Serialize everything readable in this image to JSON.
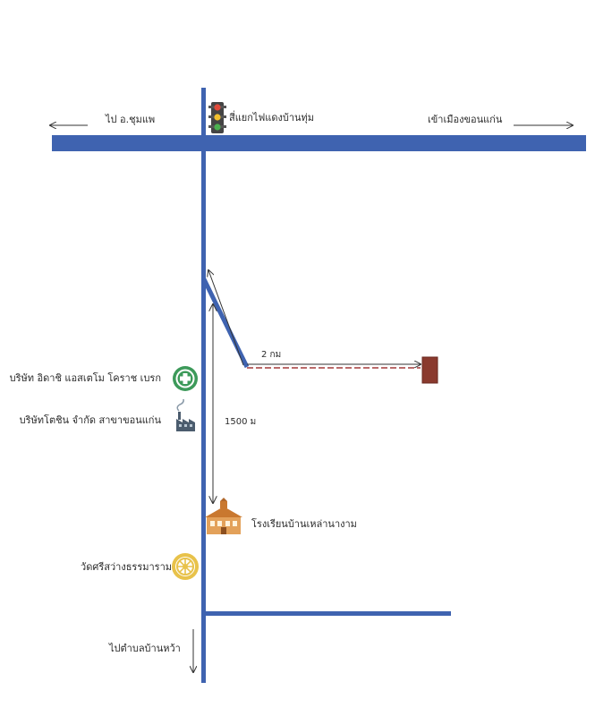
{
  "labels": {
    "to_chum_phae": "ไป อ.ชุมแพ",
    "intersection": "สี่แยกไฟแดงบ้านทุ่ม",
    "to_khon_kaen": "เข้าเมืองขอนแก่น",
    "distance_2km": "2 กม",
    "distance_1500m": "1500 ม",
    "company_brake": "บริษัท อิดาชิ แอสเตโม โคราช เบรก",
    "company_branch": "บริษัทโตชิน จำกัด สาขาขอนแก่น",
    "school": "โรงเรียนบ้านเหล่านางาม",
    "temple": "วัดศรีสว่างธรรมาราม",
    "to_ban_wa": "ไปตำบลบ้านหว้า"
  },
  "icons": {
    "traffic_light": "traffic-light-icon",
    "hospital": "medical-cross-icon",
    "factory": "factory-icon",
    "school": "school-building-icon",
    "temple": "dharma-wheel-icon",
    "destination": "destination-marker-icon"
  },
  "colors": {
    "road": "#3f63b0",
    "arrow": "#333333",
    "route_dashed": "#a33a3a",
    "destination": "#8a3a2e",
    "hospital": "#3d9a5a",
    "school": "#e3a15a",
    "temple": "#e8c24a"
  }
}
